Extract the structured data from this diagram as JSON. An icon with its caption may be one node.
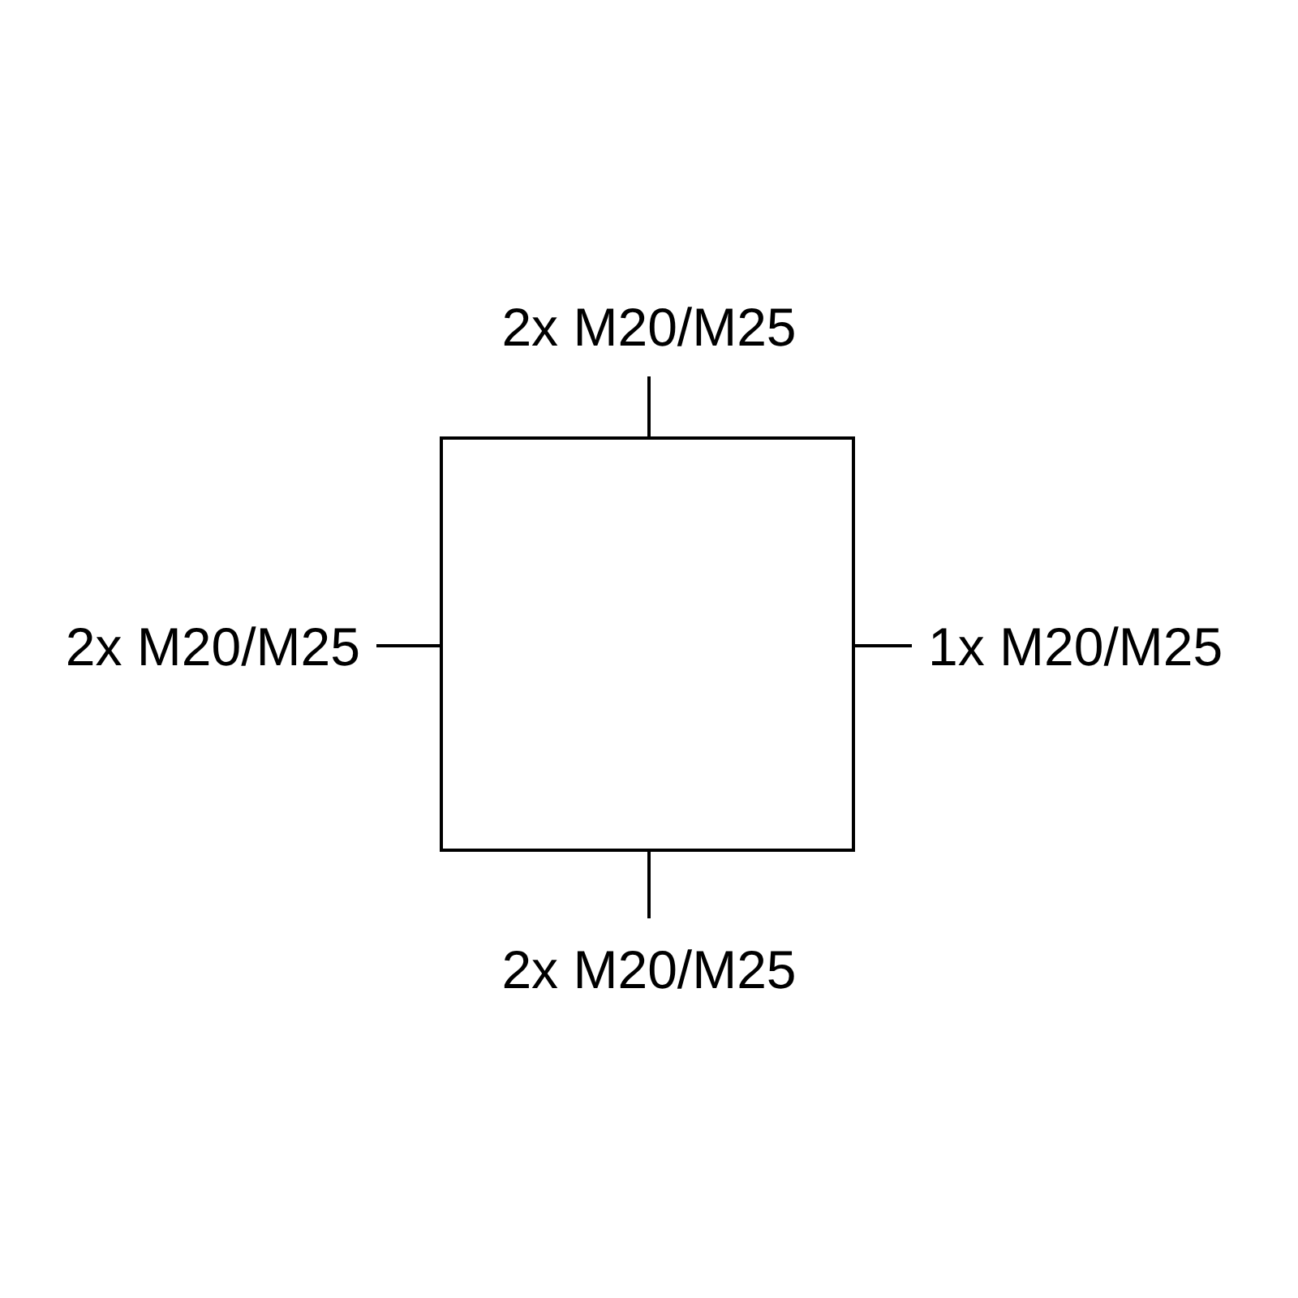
{
  "diagram": {
    "nodes": [
      {
        "text": [],
        "shape": "box"
      },
      {
        "text": [
          "2x M20/M25"
        ]
      },
      {
        "text": [
          "2x M20/M25"
        ]
      },
      {
        "text": [
          "1x M20/M25"
        ]
      },
      {
        "text": [
          "2x M20/M25"
        ]
      }
    ],
    "edges": [
      {
        "from": 1,
        "to": 0,
        "arrow": "none"
      },
      {
        "from": 2,
        "to": 0,
        "arrow": "none"
      },
      {
        "from": 3,
        "to": 0,
        "arrow": "none"
      },
      {
        "from": 4,
        "to": 0,
        "arrow": "none"
      }
    ]
  }
}
